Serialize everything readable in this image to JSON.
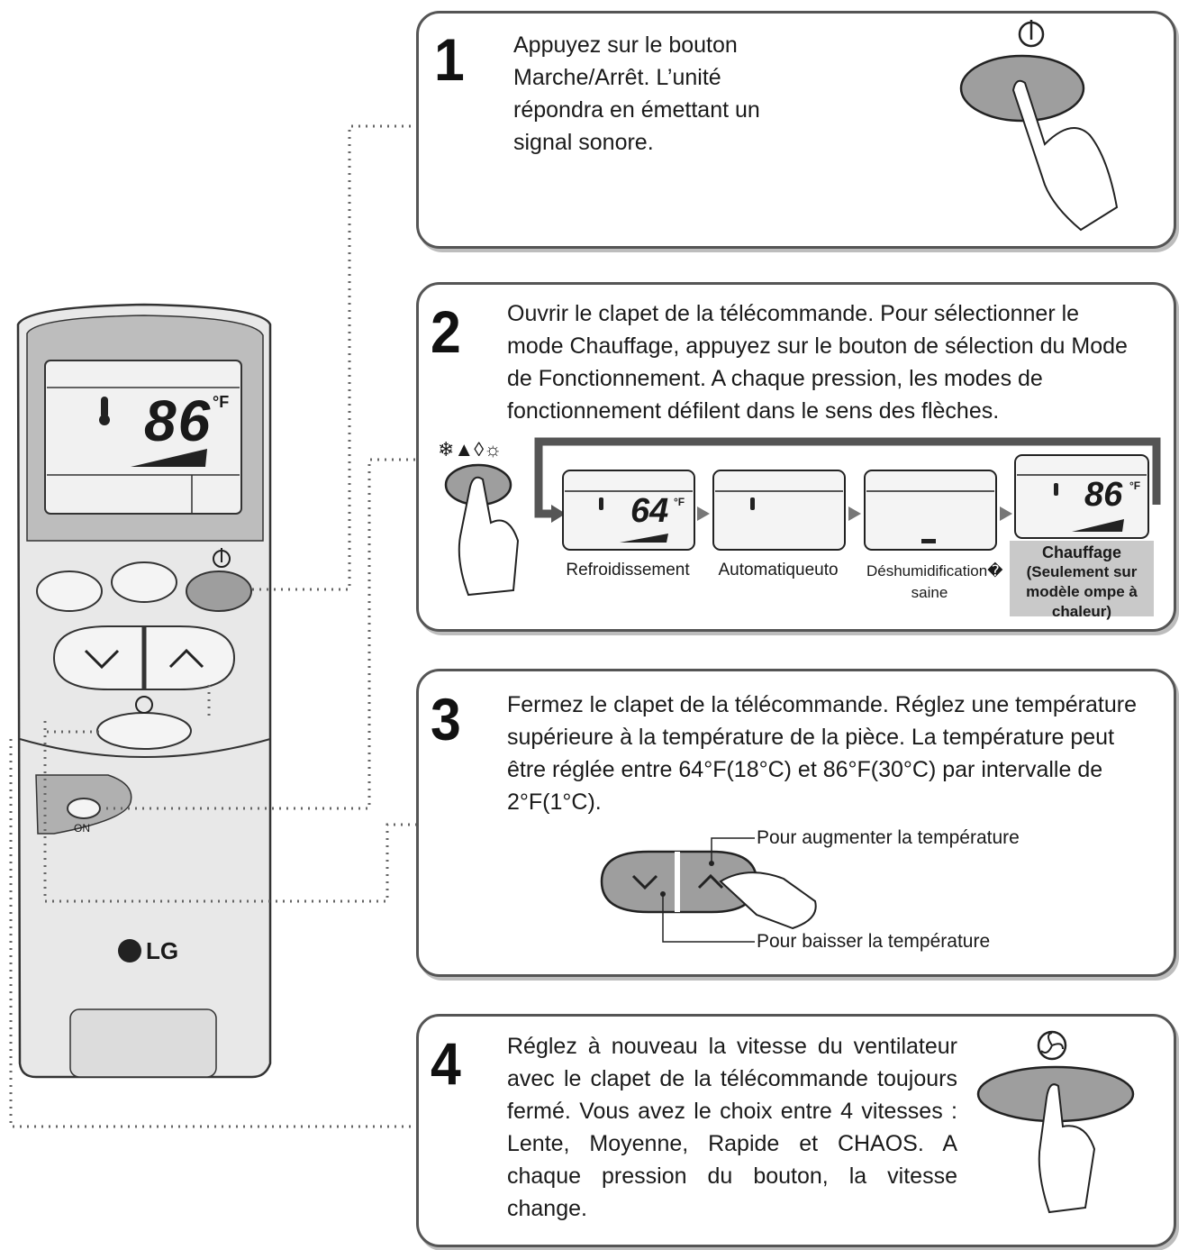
{
  "steps": [
    {
      "number": "1",
      "text": "Appuyez sur le bouton Marche/Arrêt. L’unité répondra en émettant un signal sonore."
    },
    {
      "number": "2",
      "text": "Ouvrir le clapet de la télécommande. Pour sélectionner le mode Chauffage, appuyez sur le bouton de sélection du Mode de Fonctionnement. A chaque pression, les modes de fonctionnement défilent dans le sens des flèches.",
      "modes": [
        {
          "label": "Refroidissement",
          "display_temp": "64",
          "unit": "°F"
        },
        {
          "label": "Automatiqueuto"
        },
        {
          "label": "Déshumidification� saine"
        },
        {
          "label": "Chauffage",
          "note": "(Seulement sur modèle ompe à chaleur)",
          "display_temp": "86",
          "unit": "°F"
        }
      ]
    },
    {
      "number": "3",
      "text": "Fermez le clapet de la télécommande. Réglez une température supérieure à la température de la pièce. La température peut être réglée entre 64°F(18°C) et 86°F(30°C) par intervalle de 2°F(1°C).",
      "callout_up": "Pour augmenter la température",
      "callout_down": "Pour baisser la température"
    },
    {
      "number": "4",
      "text": "Réglez à nouveau la vitesse du ventilateur avec le clapet de la télécommande toujours fermé. Vous avez le choix entre 4 vitesses : Lente, Moyenne, Rapide et CHAOS. A chaque pression du bouton, la vitesse change."
    }
  ],
  "remote": {
    "display_temp": "86",
    "unit": "°F",
    "flap_label": "ON",
    "brand": "LG"
  },
  "colors": {
    "border": "#555555",
    "highlight": "#c9c9c9",
    "remote_body": "#e6e6e6"
  }
}
